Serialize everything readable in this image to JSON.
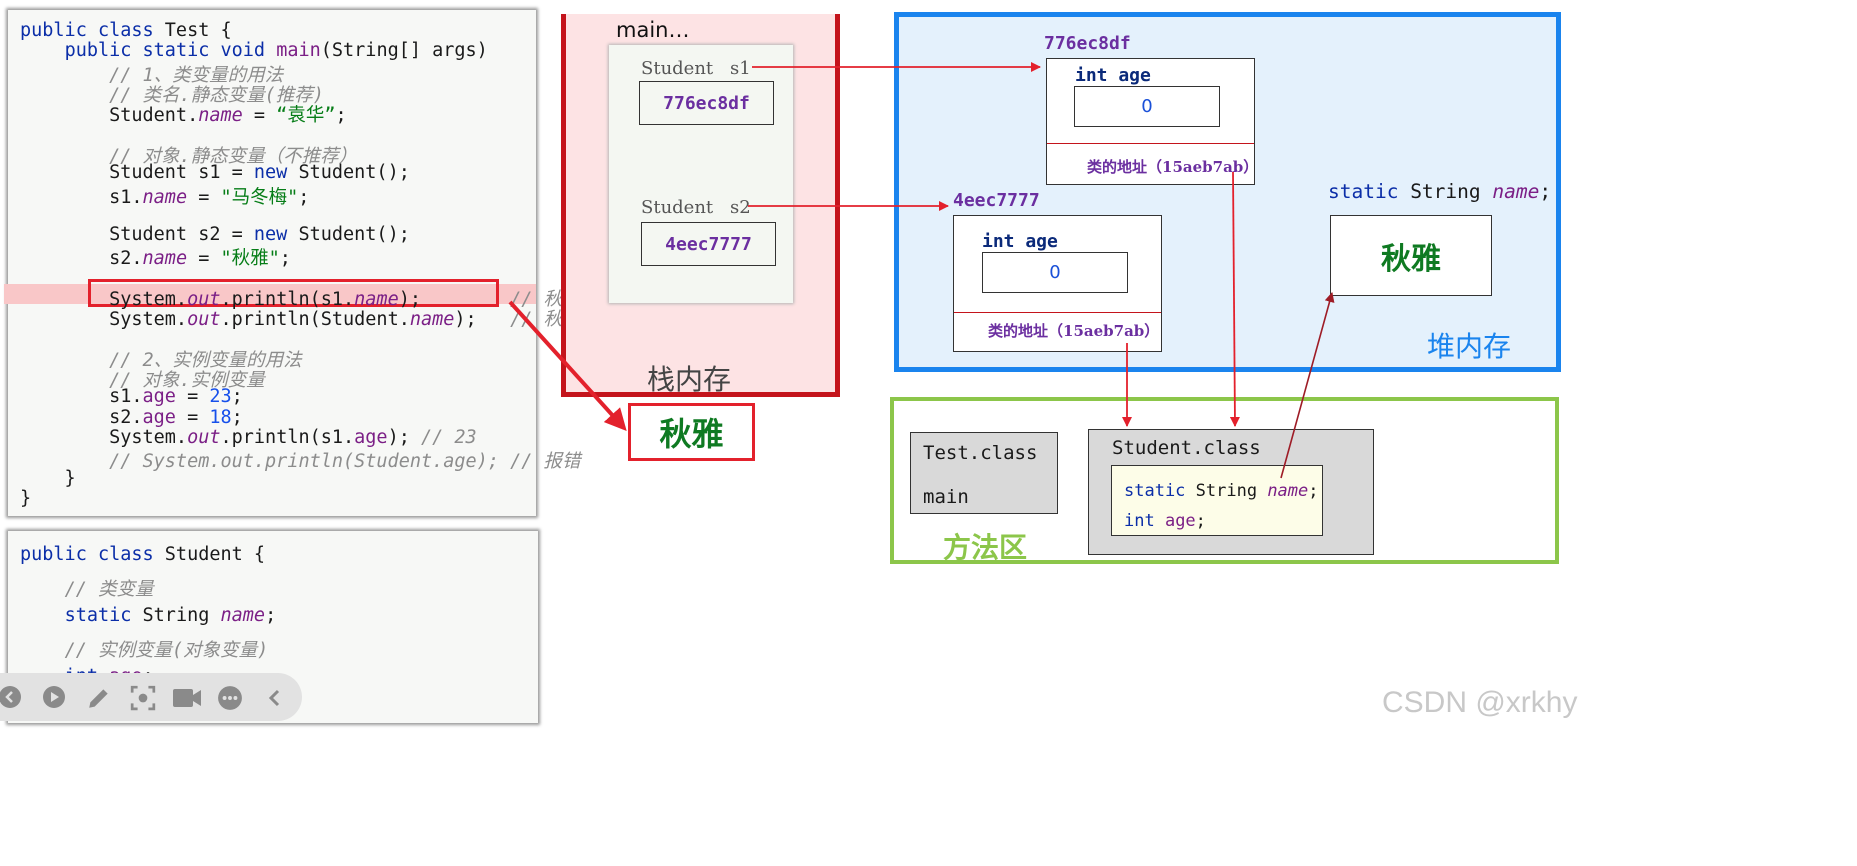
{
  "code_test": {
    "lines": [
      [
        {
          "t": "public class",
          "c": "kw"
        },
        {
          "t": " Test {"
        }
      ],
      [
        {
          "t": "    "
        },
        {
          "t": "public static void",
          "c": "kw"
        },
        {
          "t": " "
        },
        {
          "t": "main",
          "c": "fldn"
        },
        {
          "t": "(String[] args)"
        }
      ],
      [
        {
          "t": "        "
        },
        {
          "t": "// 1、类变量的用法",
          "c": "cmt"
        }
      ],
      [
        {
          "t": "        "
        },
        {
          "t": "// 类名.静态变量(推荐)",
          "c": "cmt"
        }
      ],
      [
        {
          "t": "        Student."
        },
        {
          "t": "name",
          "c": "fld"
        },
        {
          "t": " = "
        },
        {
          "t": "“袁华”",
          "c": "str"
        },
        {
          "t": ";"
        }
      ],
      [
        {
          "t": ""
        }
      ],
      [
        {
          "t": "        "
        },
        {
          "t": "// 对象.静态变量（不推荐）",
          "c": "cmt"
        }
      ],
      [
        {
          "t": "        Student s1 = "
        },
        {
          "t": "new",
          "c": "kw"
        },
        {
          "t": " Student();"
        }
      ],
      [
        {
          "t": "        s1."
        },
        {
          "t": "name",
          "c": "fld"
        },
        {
          "t": " = "
        },
        {
          "t": "\"马冬梅\"",
          "c": "str"
        },
        {
          "t": ";"
        }
      ],
      [
        {
          "t": ""
        }
      ],
      [
        {
          "t": "        Student s2 = "
        },
        {
          "t": "new",
          "c": "kw"
        },
        {
          "t": " Student();"
        }
      ],
      [
        {
          "t": "        s2."
        },
        {
          "t": "name",
          "c": "fld"
        },
        {
          "t": " = "
        },
        {
          "t": "\"秋雅\"",
          "c": "str"
        },
        {
          "t": ";"
        }
      ],
      [
        {
          "t": ""
        }
      ],
      [
        {
          "t": "        System."
        },
        {
          "t": "out",
          "c": "fld"
        },
        {
          "t": ".println(s1."
        },
        {
          "t": "name",
          "c": "fld"
        },
        {
          "t": ");        "
        },
        {
          "t": "// 秋雅",
          "c": "cmt"
        }
      ],
      [
        {
          "t": "        System."
        },
        {
          "t": "out",
          "c": "fld"
        },
        {
          "t": ".println(Student."
        },
        {
          "t": "name",
          "c": "fld"
        },
        {
          "t": ");   "
        },
        {
          "t": "// 秋雅",
          "c": "cmt"
        }
      ],
      [
        {
          "t": ""
        }
      ],
      [
        {
          "t": "        "
        },
        {
          "t": "// 2、实例变量的用法",
          "c": "cmt"
        }
      ],
      [
        {
          "t": "        "
        },
        {
          "t": "// 对象.实例变量",
          "c": "cmt"
        }
      ],
      [
        {
          "t": "        s1."
        },
        {
          "t": "age",
          "c": "fldn"
        },
        {
          "t": " = "
        },
        {
          "t": "23",
          "c": "num"
        },
        {
          "t": ";"
        }
      ],
      [
        {
          "t": "        s2."
        },
        {
          "t": "age",
          "c": "fldn"
        },
        {
          "t": " = "
        },
        {
          "t": "18",
          "c": "num"
        },
        {
          "t": ";"
        }
      ],
      [
        {
          "t": "        System."
        },
        {
          "t": "out",
          "c": "fld"
        },
        {
          "t": ".println(s1."
        },
        {
          "t": "age",
          "c": "fldn"
        },
        {
          "t": "); "
        },
        {
          "t": "// 23",
          "c": "cmt"
        }
      ],
      [
        {
          "t": "        "
        },
        {
          "t": "// System.out.println(Student.age); // 报错",
          "c": "cmt"
        }
      ],
      [
        {
          "t": "    }"
        }
      ],
      [
        {
          "t": "}"
        }
      ]
    ]
  },
  "code_student": {
    "lines": [
      [
        {
          "t": "public class",
          "c": "kw"
        },
        {
          "t": " Student {"
        }
      ],
      [
        {
          "t": "    "
        },
        {
          "t": "// 类变量",
          "c": "cmt"
        }
      ],
      [
        {
          "t": "    "
        },
        {
          "t": "static",
          "c": "kw"
        },
        {
          "t": " String "
        },
        {
          "t": "name",
          "c": "fld"
        },
        {
          "t": ";"
        }
      ],
      [
        {
          "t": "    "
        },
        {
          "t": "// 实例变量(对象变量)",
          "c": "cmt"
        }
      ],
      [
        {
          "t": "    "
        },
        {
          "t": "int",
          "c": "kw"
        },
        {
          "t": " "
        },
        {
          "t": "age",
          "c": "fldn"
        },
        {
          "t": ";"
        }
      ],
      [
        {
          "t": "}"
        }
      ]
    ]
  },
  "stack": {
    "frame_title": "main…",
    "s1_type": "Student",
    "s1_name": "s1",
    "s1_value": "776ec8df",
    "s2_type": "Student",
    "s2_name": "s2",
    "s2_value": "4eec7777",
    "region_label": "栈内存"
  },
  "output_result": "秋雅",
  "heap": {
    "obj1_addr": "776ec8df",
    "obj1_field": "int age",
    "obj1_value": "0",
    "obj1_class_addr": "类的地址（15aeb7ab）",
    "obj2_addr": "4eec7777",
    "obj2_field": "int age",
    "obj2_value": "0",
    "obj2_class_addr": "类的地址（15aeb7ab）",
    "static_decl_kw": "static",
    "static_decl_type": " String ",
    "static_decl_name": "name",
    "static_decl_end": ";",
    "static_value": "秋雅",
    "region_label": "堆内存"
  },
  "method_area": {
    "test_class": "Test.class",
    "test_main": "main",
    "student_class": "Student.class",
    "field1_kw": "static",
    "field1_type": " String ",
    "field1_name": "name",
    "field1_end": ";",
    "field2_kw": "int",
    "field2_name": " age",
    "field2_end": ";",
    "region_label": "方法区"
  },
  "watermark": "CSDN @xrkhy",
  "toolbar_icons": [
    "back-icon",
    "play-icon",
    "pen-icon",
    "screenshot-icon",
    "camera-icon",
    "more-icon",
    "collapse-icon"
  ],
  "colors": {
    "stack_border": "#c4141c",
    "heap_border": "#1a84ee",
    "method_border": "#8cc64a",
    "arrow": "#e3212c"
  }
}
